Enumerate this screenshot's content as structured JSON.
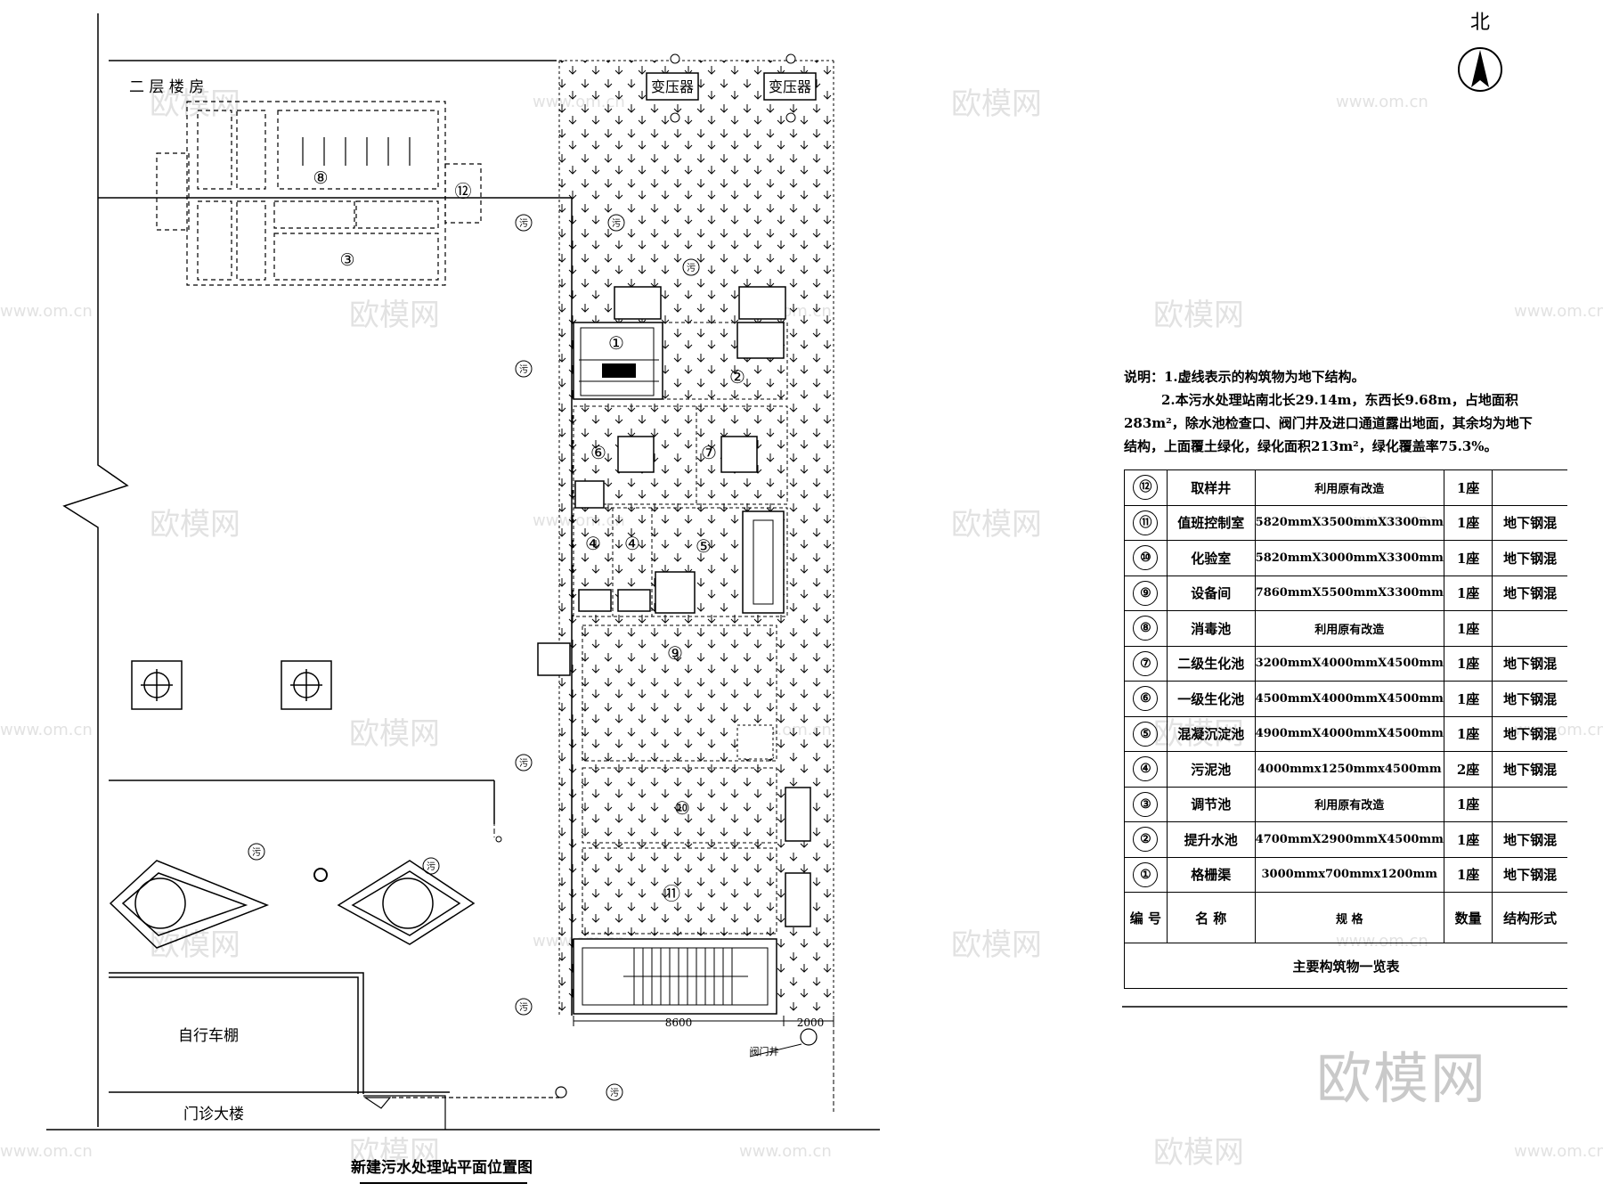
{
  "labels": {
    "north": "北",
    "two_storey": "二 层 楼 房",
    "transformer": "变压器",
    "bike_shed": "自行车棚",
    "clinic": "门诊大楼",
    "valve_well": "阀门井",
    "dim_8600": "8600",
    "dim_2000": "2000",
    "sewage_mark": "污",
    "plan_title": "新建污水处理站平面位置图"
  },
  "notes": {
    "line1": "说明：1.虚线表示的构筑物为地下结构。",
    "line2": "2.本污水处理站南北长29.14m，东西长9.68m，占地面积283m²，除水池检查口、阀门井及进口通道露出地面，其余均为地下结构，上面覆土绿化，绿化面积213m²，绿化覆盖率75.3%。"
  },
  "table": {
    "caption": "主要构筑物一览表",
    "headers": {
      "no": "编 号",
      "name": "名 称",
      "spec": "规 格",
      "qty": "数量",
      "struct": "结构形式"
    },
    "rows": [
      {
        "no": "⑫",
        "name": "取样井",
        "spec": "利用原有改造",
        "qty": "1座",
        "struct": ""
      },
      {
        "no": "⑪",
        "name": "值班控制室",
        "spec": "5820mmX3500mmX3300mm",
        "qty": "1座",
        "struct": "地下钢混"
      },
      {
        "no": "⑩",
        "name": "化验室",
        "spec": "5820mmX3000mmX3300mm",
        "qty": "1座",
        "struct": "地下钢混"
      },
      {
        "no": "⑨",
        "name": "设备间",
        "spec": "7860mmX5500mmX3300mm",
        "qty": "1座",
        "struct": "地下钢混"
      },
      {
        "no": "⑧",
        "name": "消毒池",
        "spec": "利用原有改造",
        "qty": "1座",
        "struct": ""
      },
      {
        "no": "⑦",
        "name": "二级生化池",
        "spec": "3200mmX4000mmX4500mm",
        "qty": "1座",
        "struct": "地下钢混"
      },
      {
        "no": "⑥",
        "name": "一级生化池",
        "spec": "4500mmX4000mmX4500mm",
        "qty": "1座",
        "struct": "地下钢混"
      },
      {
        "no": "⑤",
        "name": "混凝沉淀池",
        "spec": "4900mmX4000mmX4500mm",
        "qty": "1座",
        "struct": "地下钢混"
      },
      {
        "no": "④",
        "name": "污泥池",
        "spec": "4000mmx1250mmx4500mm",
        "qty": "2座",
        "struct": "地下钢混"
      },
      {
        "no": "③",
        "name": "调节池",
        "spec": "利用原有改造",
        "qty": "1座",
        "struct": ""
      },
      {
        "no": "②",
        "name": "提升水池",
        "spec": "4700mmX2900mmX4500mm",
        "qty": "1座",
        "struct": "地下钢混"
      },
      {
        "no": "①",
        "name": "格栅渠",
        "spec": "3000mmx700mmx1200mm",
        "qty": "1座",
        "struct": "地下钢混"
      }
    ]
  },
  "watermarks": {
    "text": "欧模网",
    "url": "www.om.cn",
    "big": "欧模网"
  },
  "numbers": {
    "n1": "①",
    "n2": "②",
    "n3": "③",
    "n4": "④",
    "n5": "⑤",
    "n6": "⑥",
    "n7": "⑦",
    "n8": "⑧",
    "n9": "⑨",
    "n10": "⑩",
    "n11": "⑪",
    "n12": "⑫"
  },
  "colors": {
    "line": "#000000",
    "watermark": "#e2e2e2",
    "watermark_big": "#c9c9c9"
  }
}
